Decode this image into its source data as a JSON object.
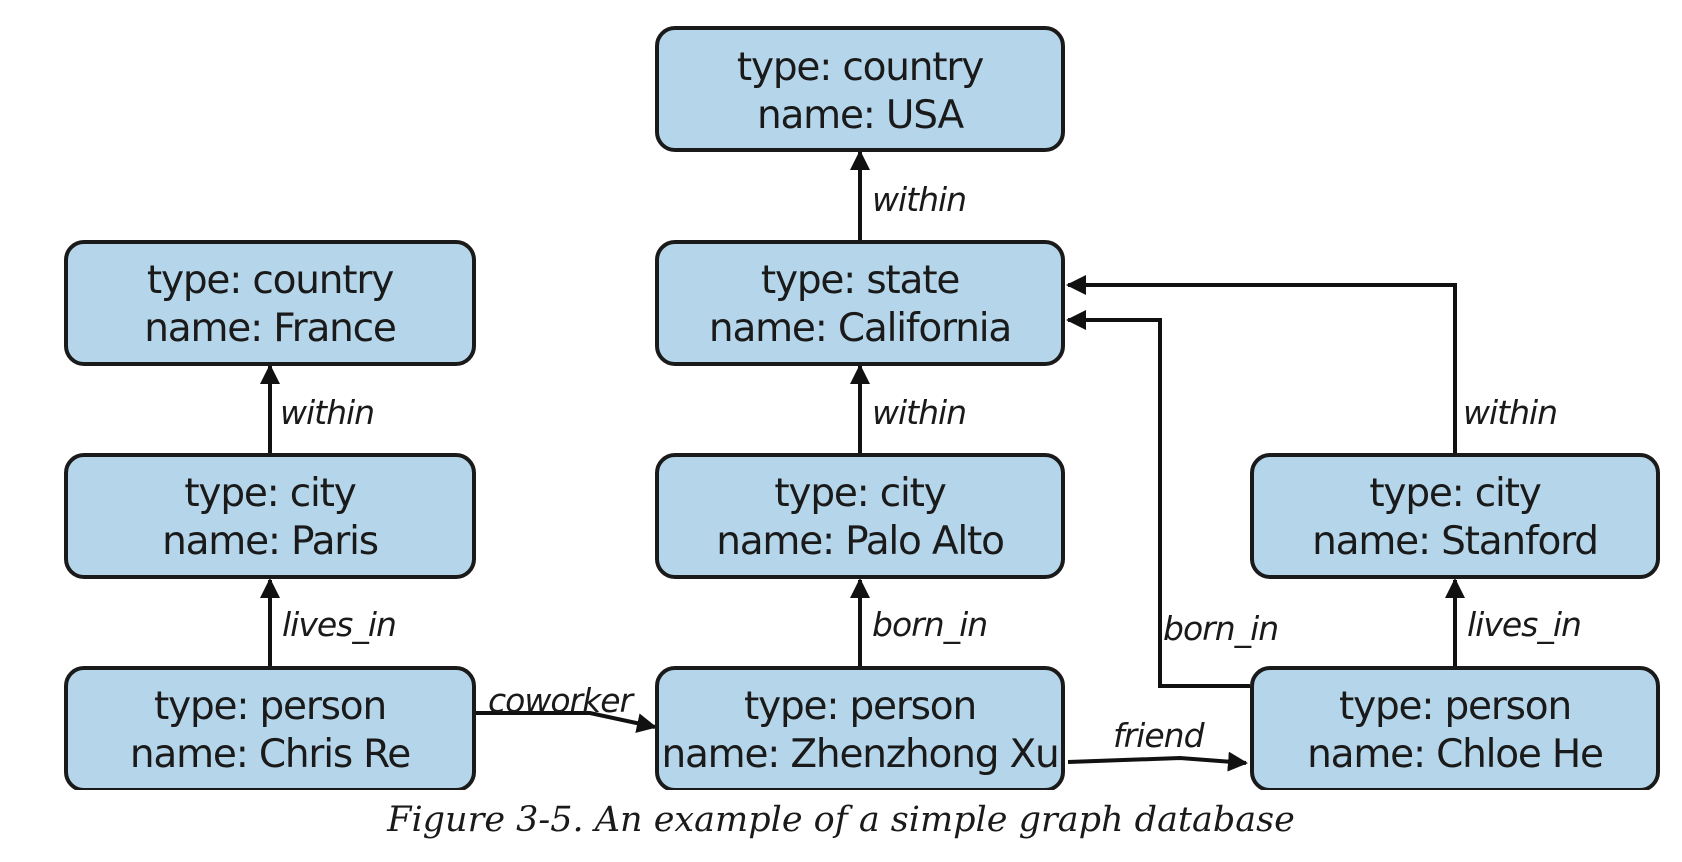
{
  "nodes": {
    "usa": {
      "type_line": "type: country",
      "name_line": "name: USA"
    },
    "california": {
      "type_line": "type: state",
      "name_line": "name: California"
    },
    "france": {
      "type_line": "type: country",
      "name_line": "name: France"
    },
    "paris": {
      "type_line": "type: city",
      "name_line": "name: Paris"
    },
    "palo_alto": {
      "type_line": "type: city",
      "name_line": "name: Palo Alto"
    },
    "stanford": {
      "type_line": "type: city",
      "name_line": "name: Stanford"
    },
    "chris": {
      "type_line": "type: person",
      "name_line": "name: Chris Re"
    },
    "zhenzhong": {
      "type_line": "type: person",
      "name_line": "name: Zhenzhong Xu"
    },
    "chloe": {
      "type_line": "type: person",
      "name_line": "name: Chloe He"
    }
  },
  "edges": {
    "california_usa": "within",
    "paris_france": "within",
    "paloalto_california": "within",
    "stanford_california": "within",
    "chris_paris": "lives_in",
    "zhenzhong_paloalto": "born_in",
    "chloe_california": "born_in",
    "chloe_stanford": "lives_in",
    "chris_zhenzhong": "coworker",
    "zhenzhong_chloe": "friend"
  },
  "caption": "Figure 3-5. An example of a simple graph database"
}
